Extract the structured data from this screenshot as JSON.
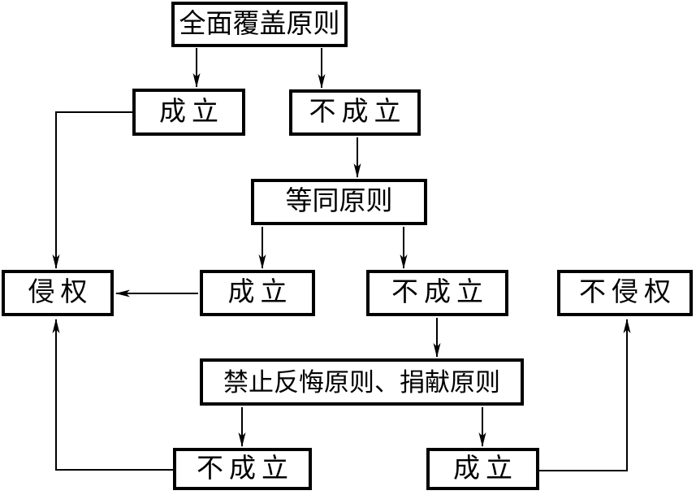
{
  "flowchart": {
    "title": "patent-infringement-decision-flowchart",
    "background_color": "#ffffff",
    "line_color": "#000000",
    "nodes": [
      {
        "id": "full-coverage",
        "label": "全面覆盖原则"
      },
      {
        "id": "fc-established",
        "label": "成立"
      },
      {
        "id": "fc-not-established",
        "label": "不成立"
      },
      {
        "id": "equivalents",
        "label": "等同原则"
      },
      {
        "id": "infringement",
        "label": "侵权"
      },
      {
        "id": "eq-established",
        "label": "成立"
      },
      {
        "id": "eq-not-established",
        "label": "不成立"
      },
      {
        "id": "non-infringement",
        "label": "不侵权"
      },
      {
        "id": "estoppel-donation",
        "label": "禁止反悔原则、捐献原则"
      },
      {
        "id": "ed-not-established",
        "label": "不成立"
      },
      {
        "id": "ed-established",
        "label": "成立"
      }
    ],
    "edges": [
      {
        "from": "full-coverage",
        "to": "fc-established"
      },
      {
        "from": "full-coverage",
        "to": "fc-not-established"
      },
      {
        "from": "fc-not-established",
        "to": "equivalents"
      },
      {
        "from": "fc-established",
        "to": "infringement"
      },
      {
        "from": "equivalents",
        "to": "eq-established"
      },
      {
        "from": "equivalents",
        "to": "eq-not-established"
      },
      {
        "from": "eq-established",
        "to": "infringement"
      },
      {
        "from": "eq-not-established",
        "to": "estoppel-donation"
      },
      {
        "from": "estoppel-donation",
        "to": "ed-not-established"
      },
      {
        "from": "estoppel-donation",
        "to": "ed-established"
      },
      {
        "from": "ed-not-established",
        "to": "infringement"
      },
      {
        "from": "ed-established",
        "to": "non-infringement"
      }
    ]
  }
}
